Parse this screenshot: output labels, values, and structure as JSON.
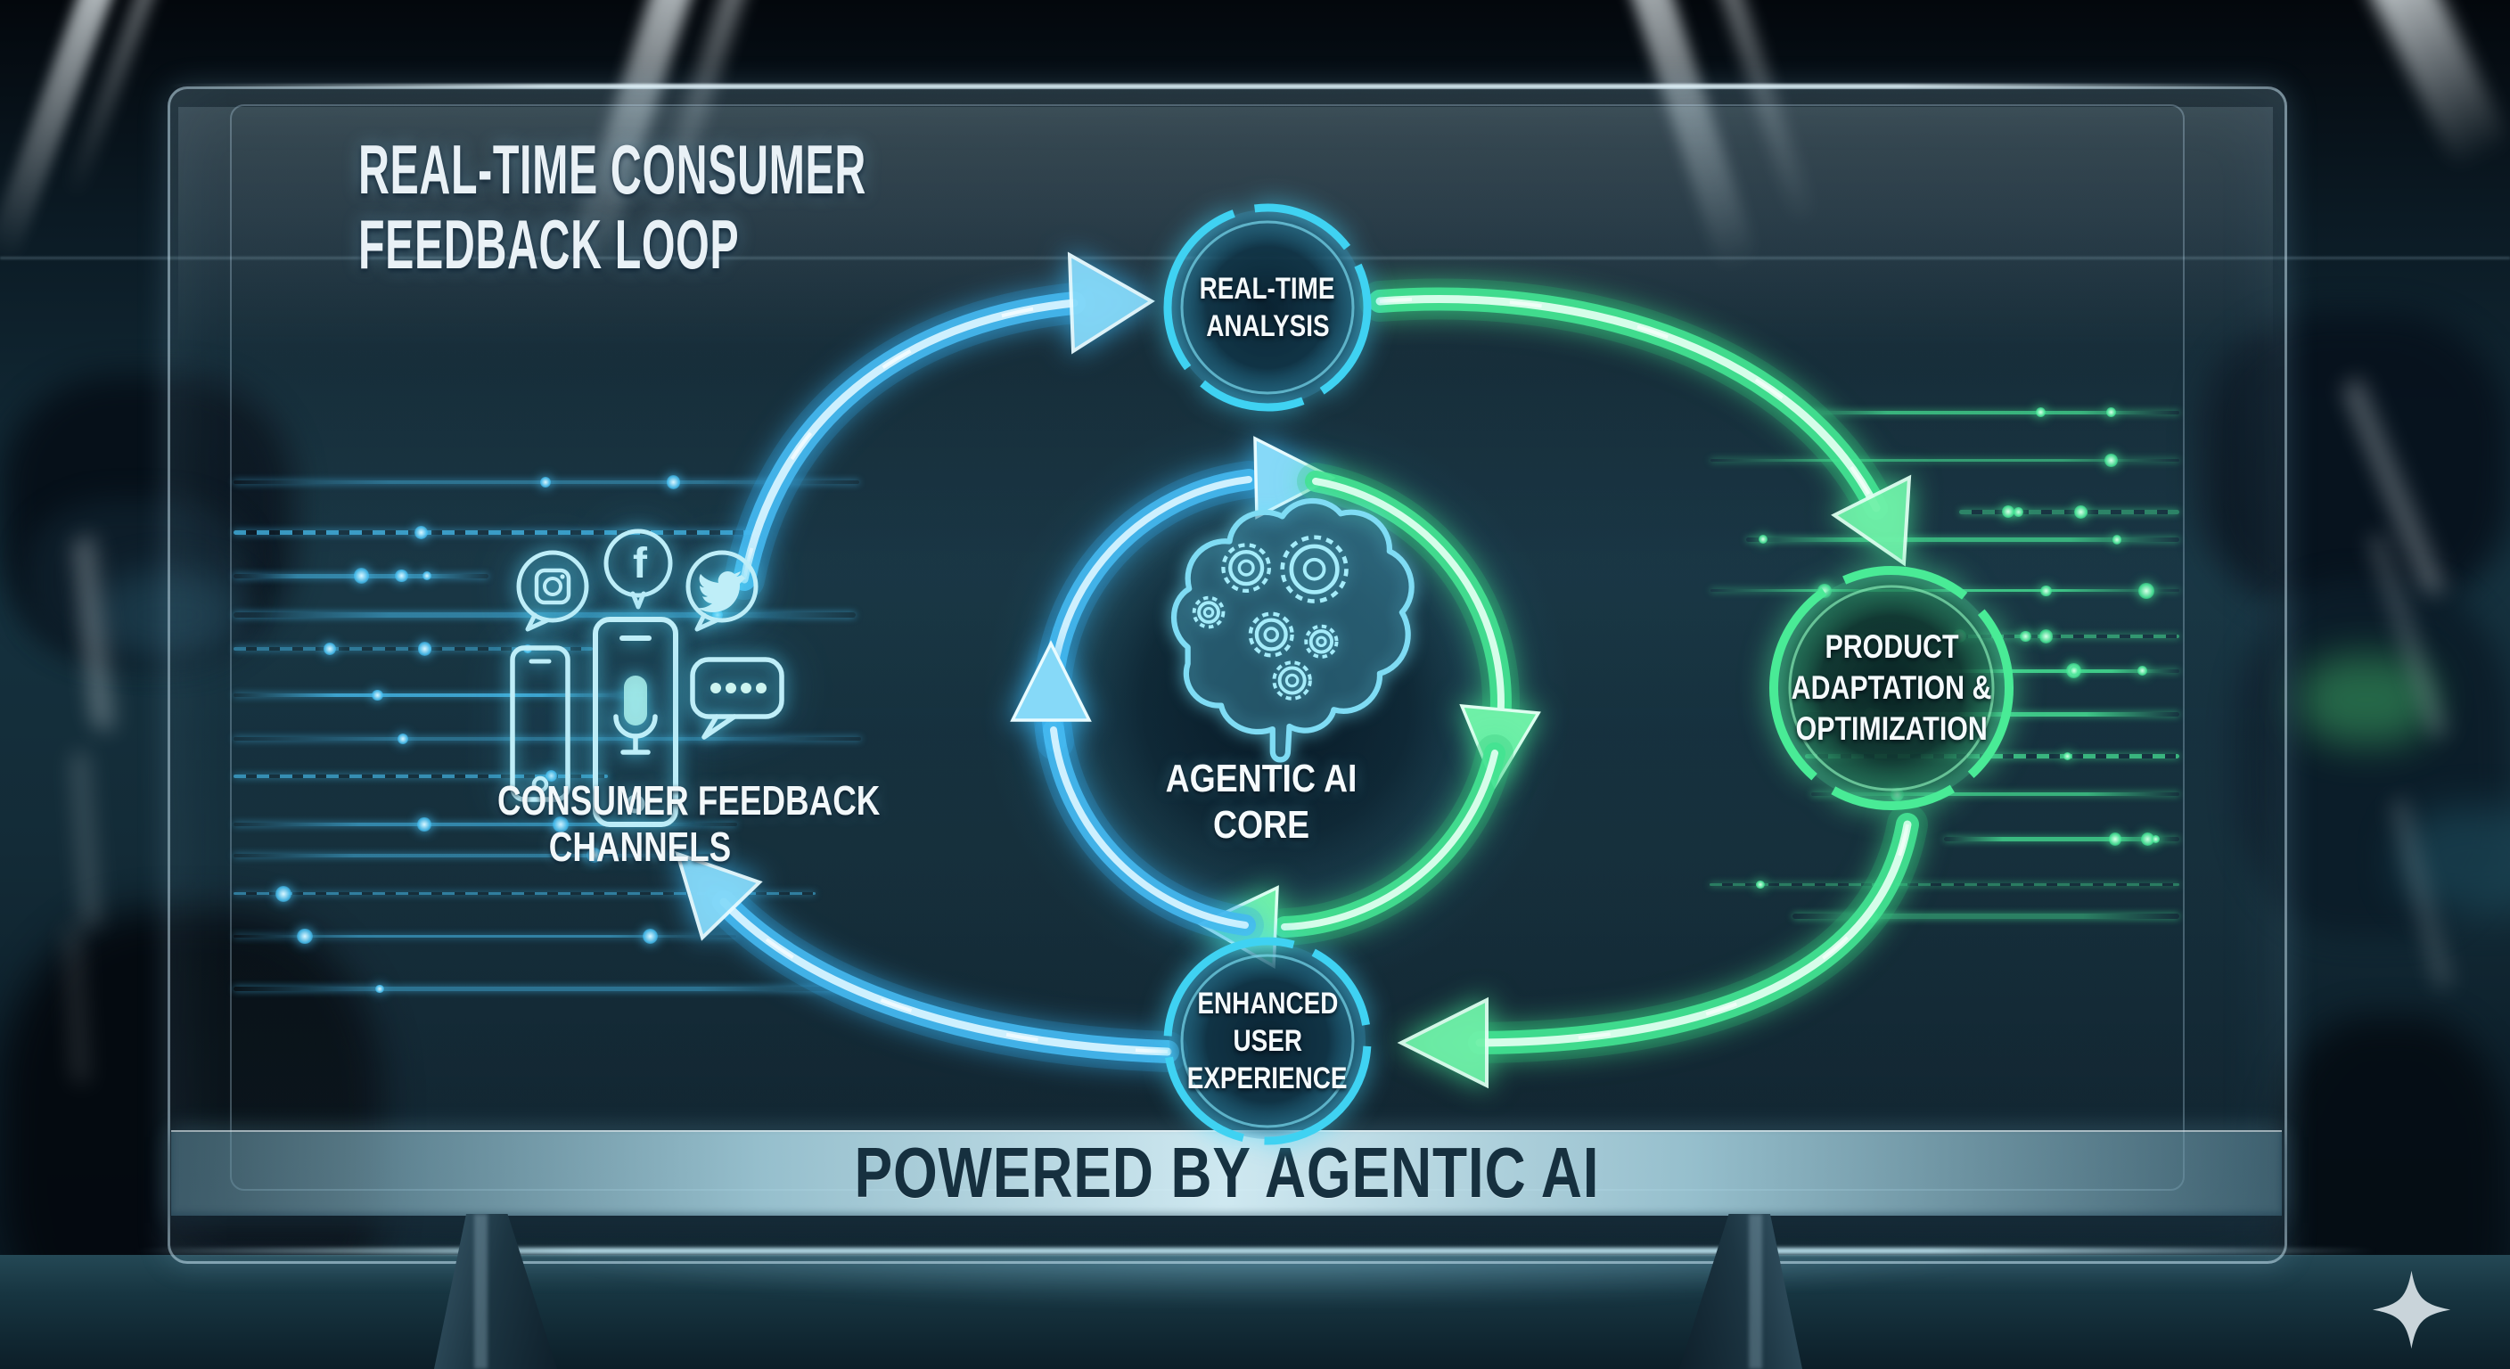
{
  "title": {
    "line1": "REAL-TIME CONSUMER",
    "line2": "FEEDBACK LOOP"
  },
  "channels": {
    "label_line1": "CONSUMER FEEDBACK",
    "label_line2": "CHANNELS",
    "icons": [
      "instagram-icon",
      "facebook-icon",
      "twitter-icon",
      "smartphone-icon",
      "voice-phone-icon",
      "chat-bubble-icon"
    ]
  },
  "nodes": {
    "analysis": {
      "line1": "REAL-TIME",
      "line2": "ANALYSIS"
    },
    "product": {
      "line1": "PRODUCT",
      "line2": "ADAPTATION &",
      "line3": "OPTIMIZATION"
    },
    "experience": {
      "line1": "ENHANCED",
      "line2": "USER",
      "line3": "EXPERIENCE"
    },
    "core": {
      "line1": "AGENTIC AI",
      "line2": "CORE"
    }
  },
  "flow": [
    {
      "from": "consumer-feedback-channels",
      "to": "real-time-analysis",
      "color": "blue"
    },
    {
      "from": "real-time-analysis",
      "to": "product-adaptation-optimization",
      "color": "green"
    },
    {
      "from": "product-adaptation-optimization",
      "to": "enhanced-user-experience",
      "color": "green"
    },
    {
      "from": "enhanced-user-experience",
      "to": "consumer-feedback-channels",
      "color": "blue"
    },
    {
      "from": "agentic-ai-core",
      "to": "agentic-ai-core",
      "color": "blue-green-cycle"
    }
  ],
  "banner": {
    "text": "POWERED BY AGENTIC AI"
  },
  "colors": {
    "accent_blue": "#3ab6f0",
    "accent_green": "#47e795",
    "accent_cyan": "#6fe0f5",
    "icon_stroke": "#bfeef8",
    "banner_text": "#16303f",
    "node_text": "#f5fafc"
  }
}
